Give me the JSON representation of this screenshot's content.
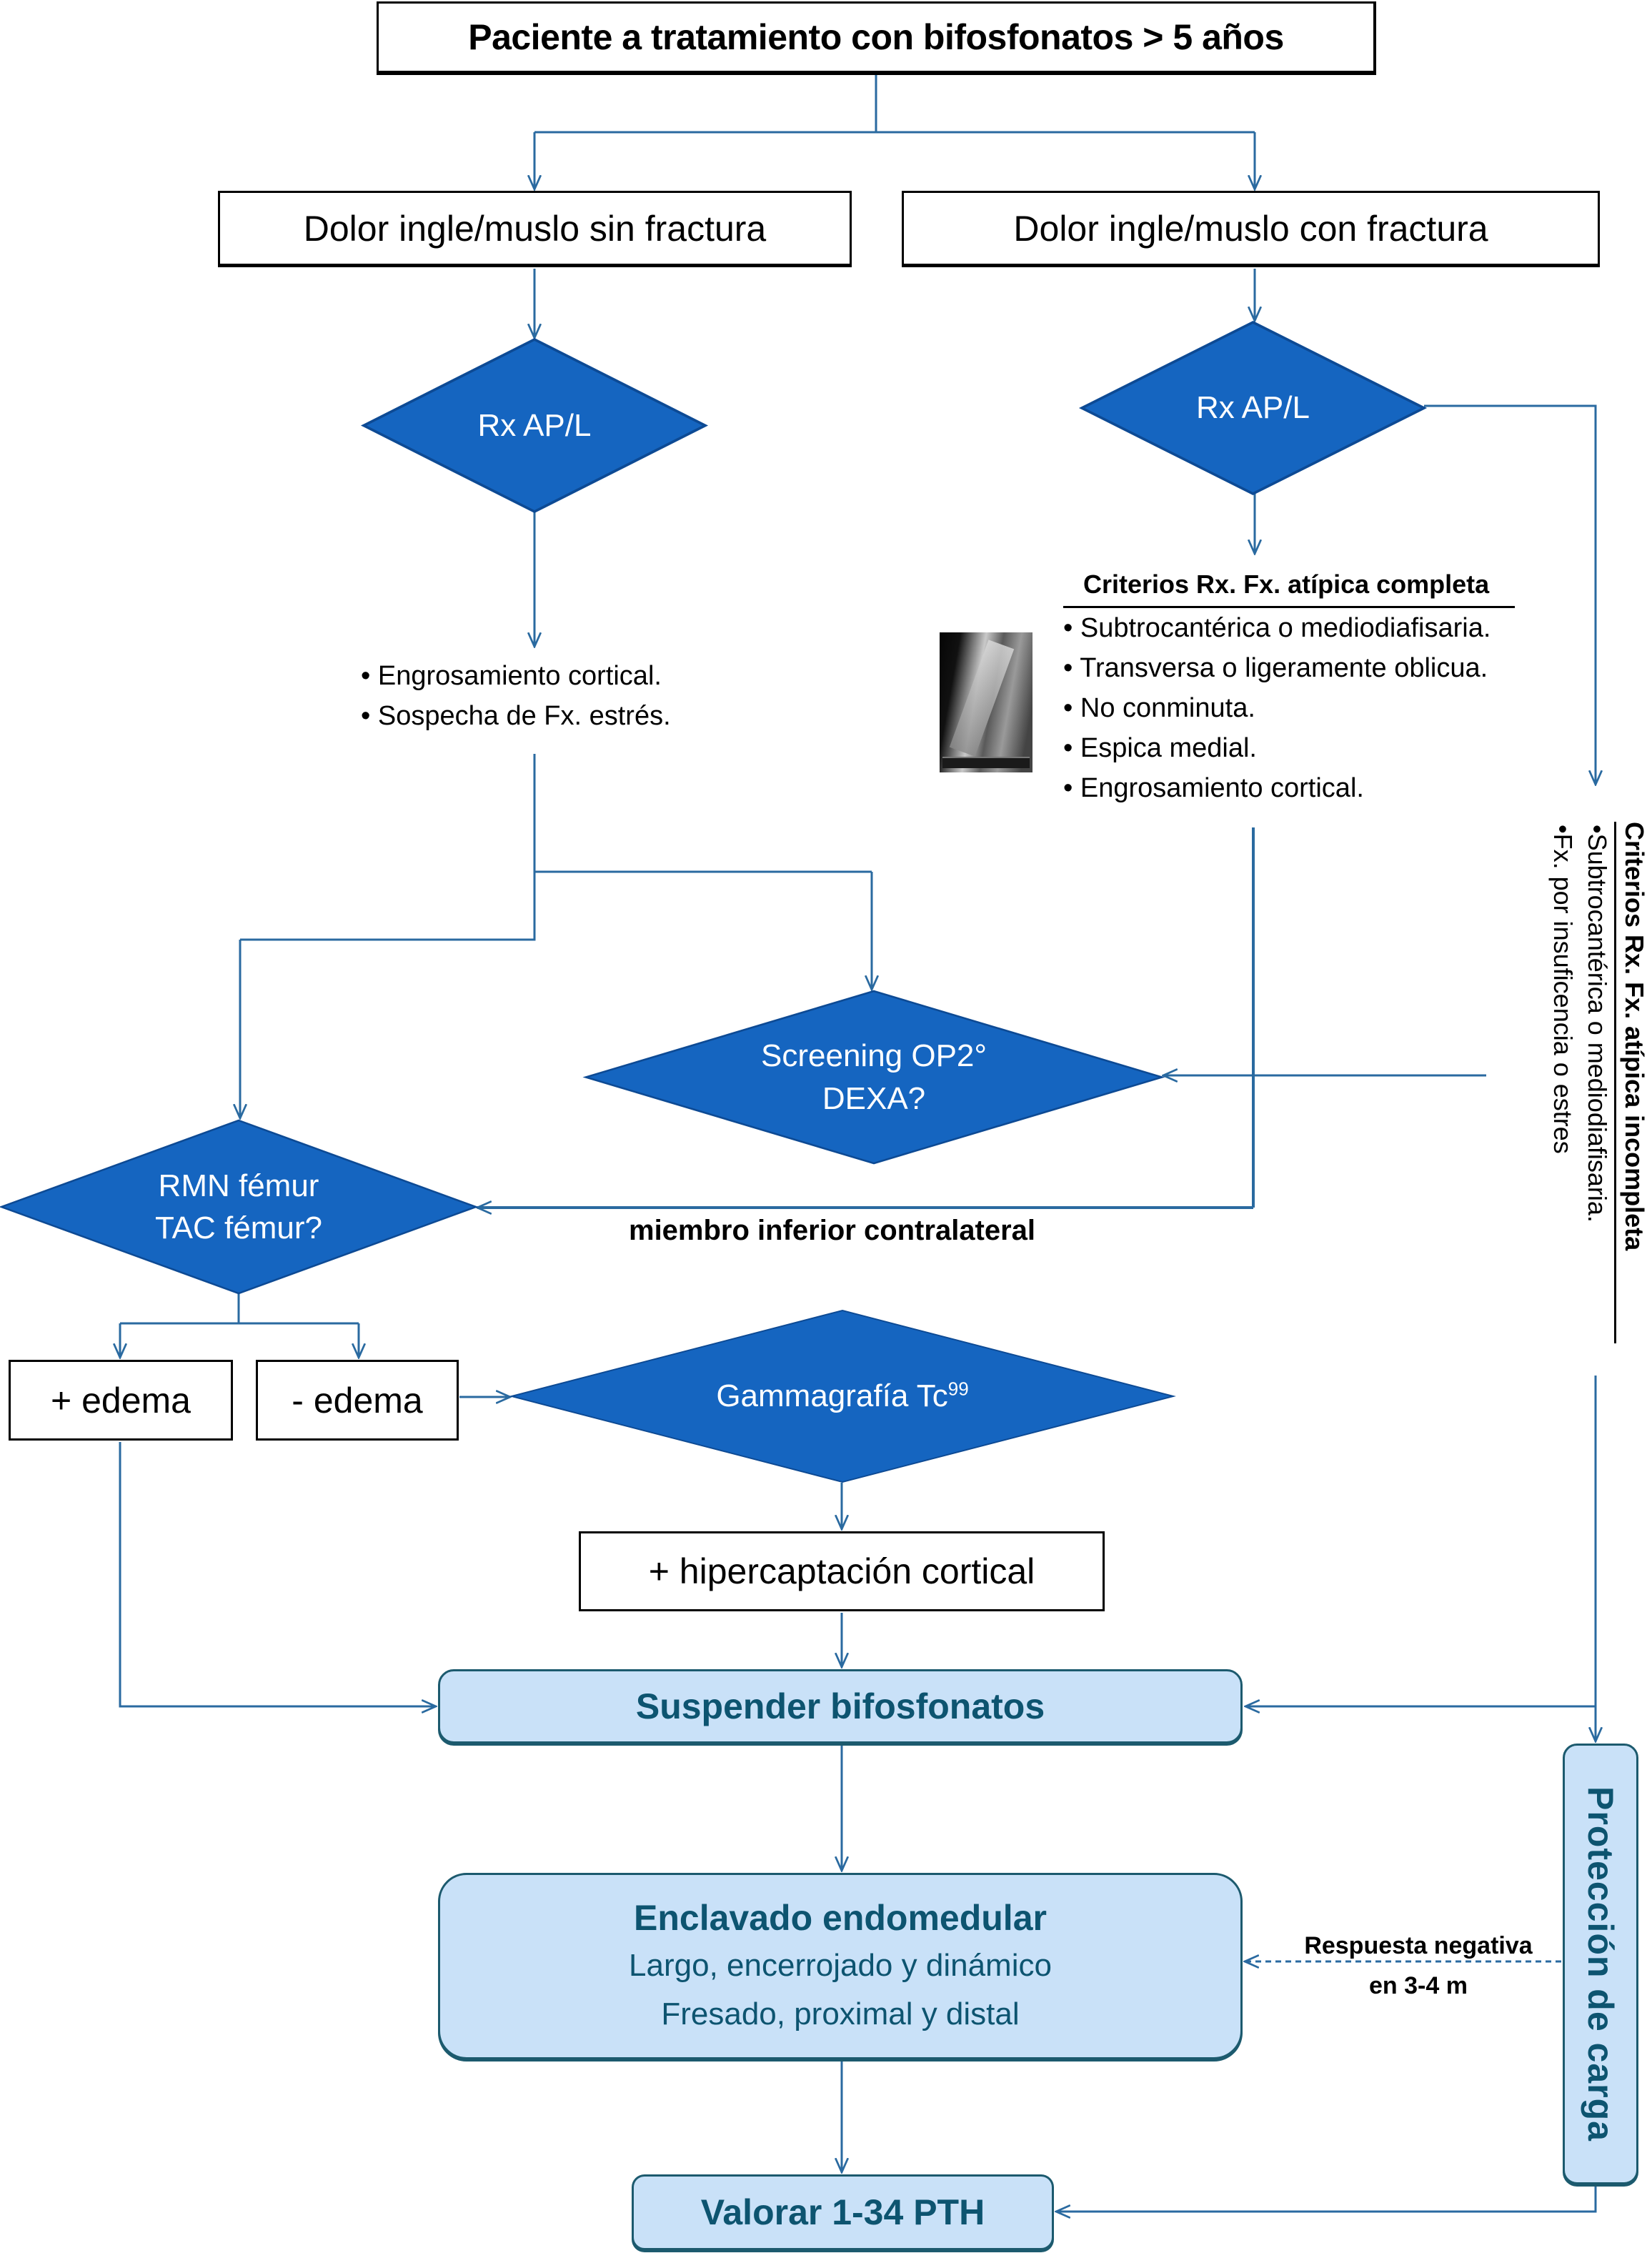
{
  "colors": {
    "diamond_fill": "#1565c0",
    "diamond_stroke": "#0d4a94",
    "connector": "#2a6aa0",
    "action_fill": "#c9e1f8",
    "action_text": "#0d5470"
  },
  "title": "Paciente a tratamiento con bifosfonatos > 5 años",
  "branches": {
    "left": "Dolor ingle/muslo sin fractura",
    "right": "Dolor ingle/muslo con fractura"
  },
  "diamonds": {
    "rx_left": "Rx AP/L",
    "rx_right": "Rx AP/L",
    "screening_line1": "Screening OP2°",
    "screening_line2": "DEXA?",
    "rmn_line1": "RMN fémur",
    "rmn_line2": "TAC fémur?",
    "gamma_text": "Gammagrafía Tc",
    "gamma_sup": "99"
  },
  "left_findings": [
    "Engrosamiento cortical.",
    "Sospecha de Fx. estrés."
  ],
  "complete_criteria": {
    "title": "Criterios Rx. Fx. atípica completa",
    "items": [
      "Subtrocantérica o mediodiafisaria.",
      "Transversa o ligeramente oblicua.",
      "No conminuta.",
      "Espica medial.",
      "Engrosamiento cortical."
    ]
  },
  "incomplete_criteria": {
    "title": "Criterios Rx. Fx. atípica incompleta",
    "items": [
      "Subtrocantérica o mediodiafisaria.",
      "Fx. por insuficencia o estres"
    ]
  },
  "contralateral_label": "miembro inferior contralateral",
  "edema": {
    "positive": "+ edema",
    "negative": "- edema"
  },
  "hipercaptacion": "+ hipercaptación cortical",
  "actions": {
    "suspender": "Suspender bifosfonatos",
    "enclavado_title": "Enclavado endomedular",
    "enclavado_line1": "Largo, encerrojado y dinámico",
    "enclavado_line2": "Fresado, proximal y distal",
    "proteccion": "Protección de carga",
    "valorar": "Valorar 1-34 PTH"
  },
  "respuesta": {
    "line1": "Respuesta negativa",
    "line2": "en 3-4 m"
  },
  "image_alt": "x-ray-femur-fracture"
}
